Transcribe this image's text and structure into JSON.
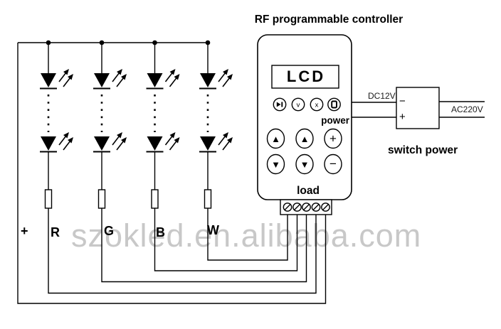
{
  "title": "RF programmable controller",
  "watermark": "szokled.en.alibaba.com",
  "colors": {
    "line": "#000000",
    "background": "#ffffff",
    "watermark": "#c8c8c8"
  },
  "led_array": {
    "positive_label": "+",
    "channel_labels": [
      "R",
      "G",
      "B",
      "W"
    ],
    "strings": 4,
    "leds_per_string_shown": 2,
    "resistor_per_string": 1
  },
  "controller": {
    "lcd_label": "LCD",
    "power_label": "power",
    "load_label": "load",
    "load_terminal_count": 5,
    "function_icons": {
      "skip": "▶|",
      "confirm": "v",
      "cancel": "x",
      "stop": "□"
    },
    "pad_buttons": {
      "up": "▲",
      "down": "▼",
      "plus": "+",
      "minus": "−"
    }
  },
  "power_supply": {
    "dc_label": "DC12V",
    "ac_label": "AC220V",
    "name": "switch power",
    "minus": "−",
    "plus": "+"
  }
}
